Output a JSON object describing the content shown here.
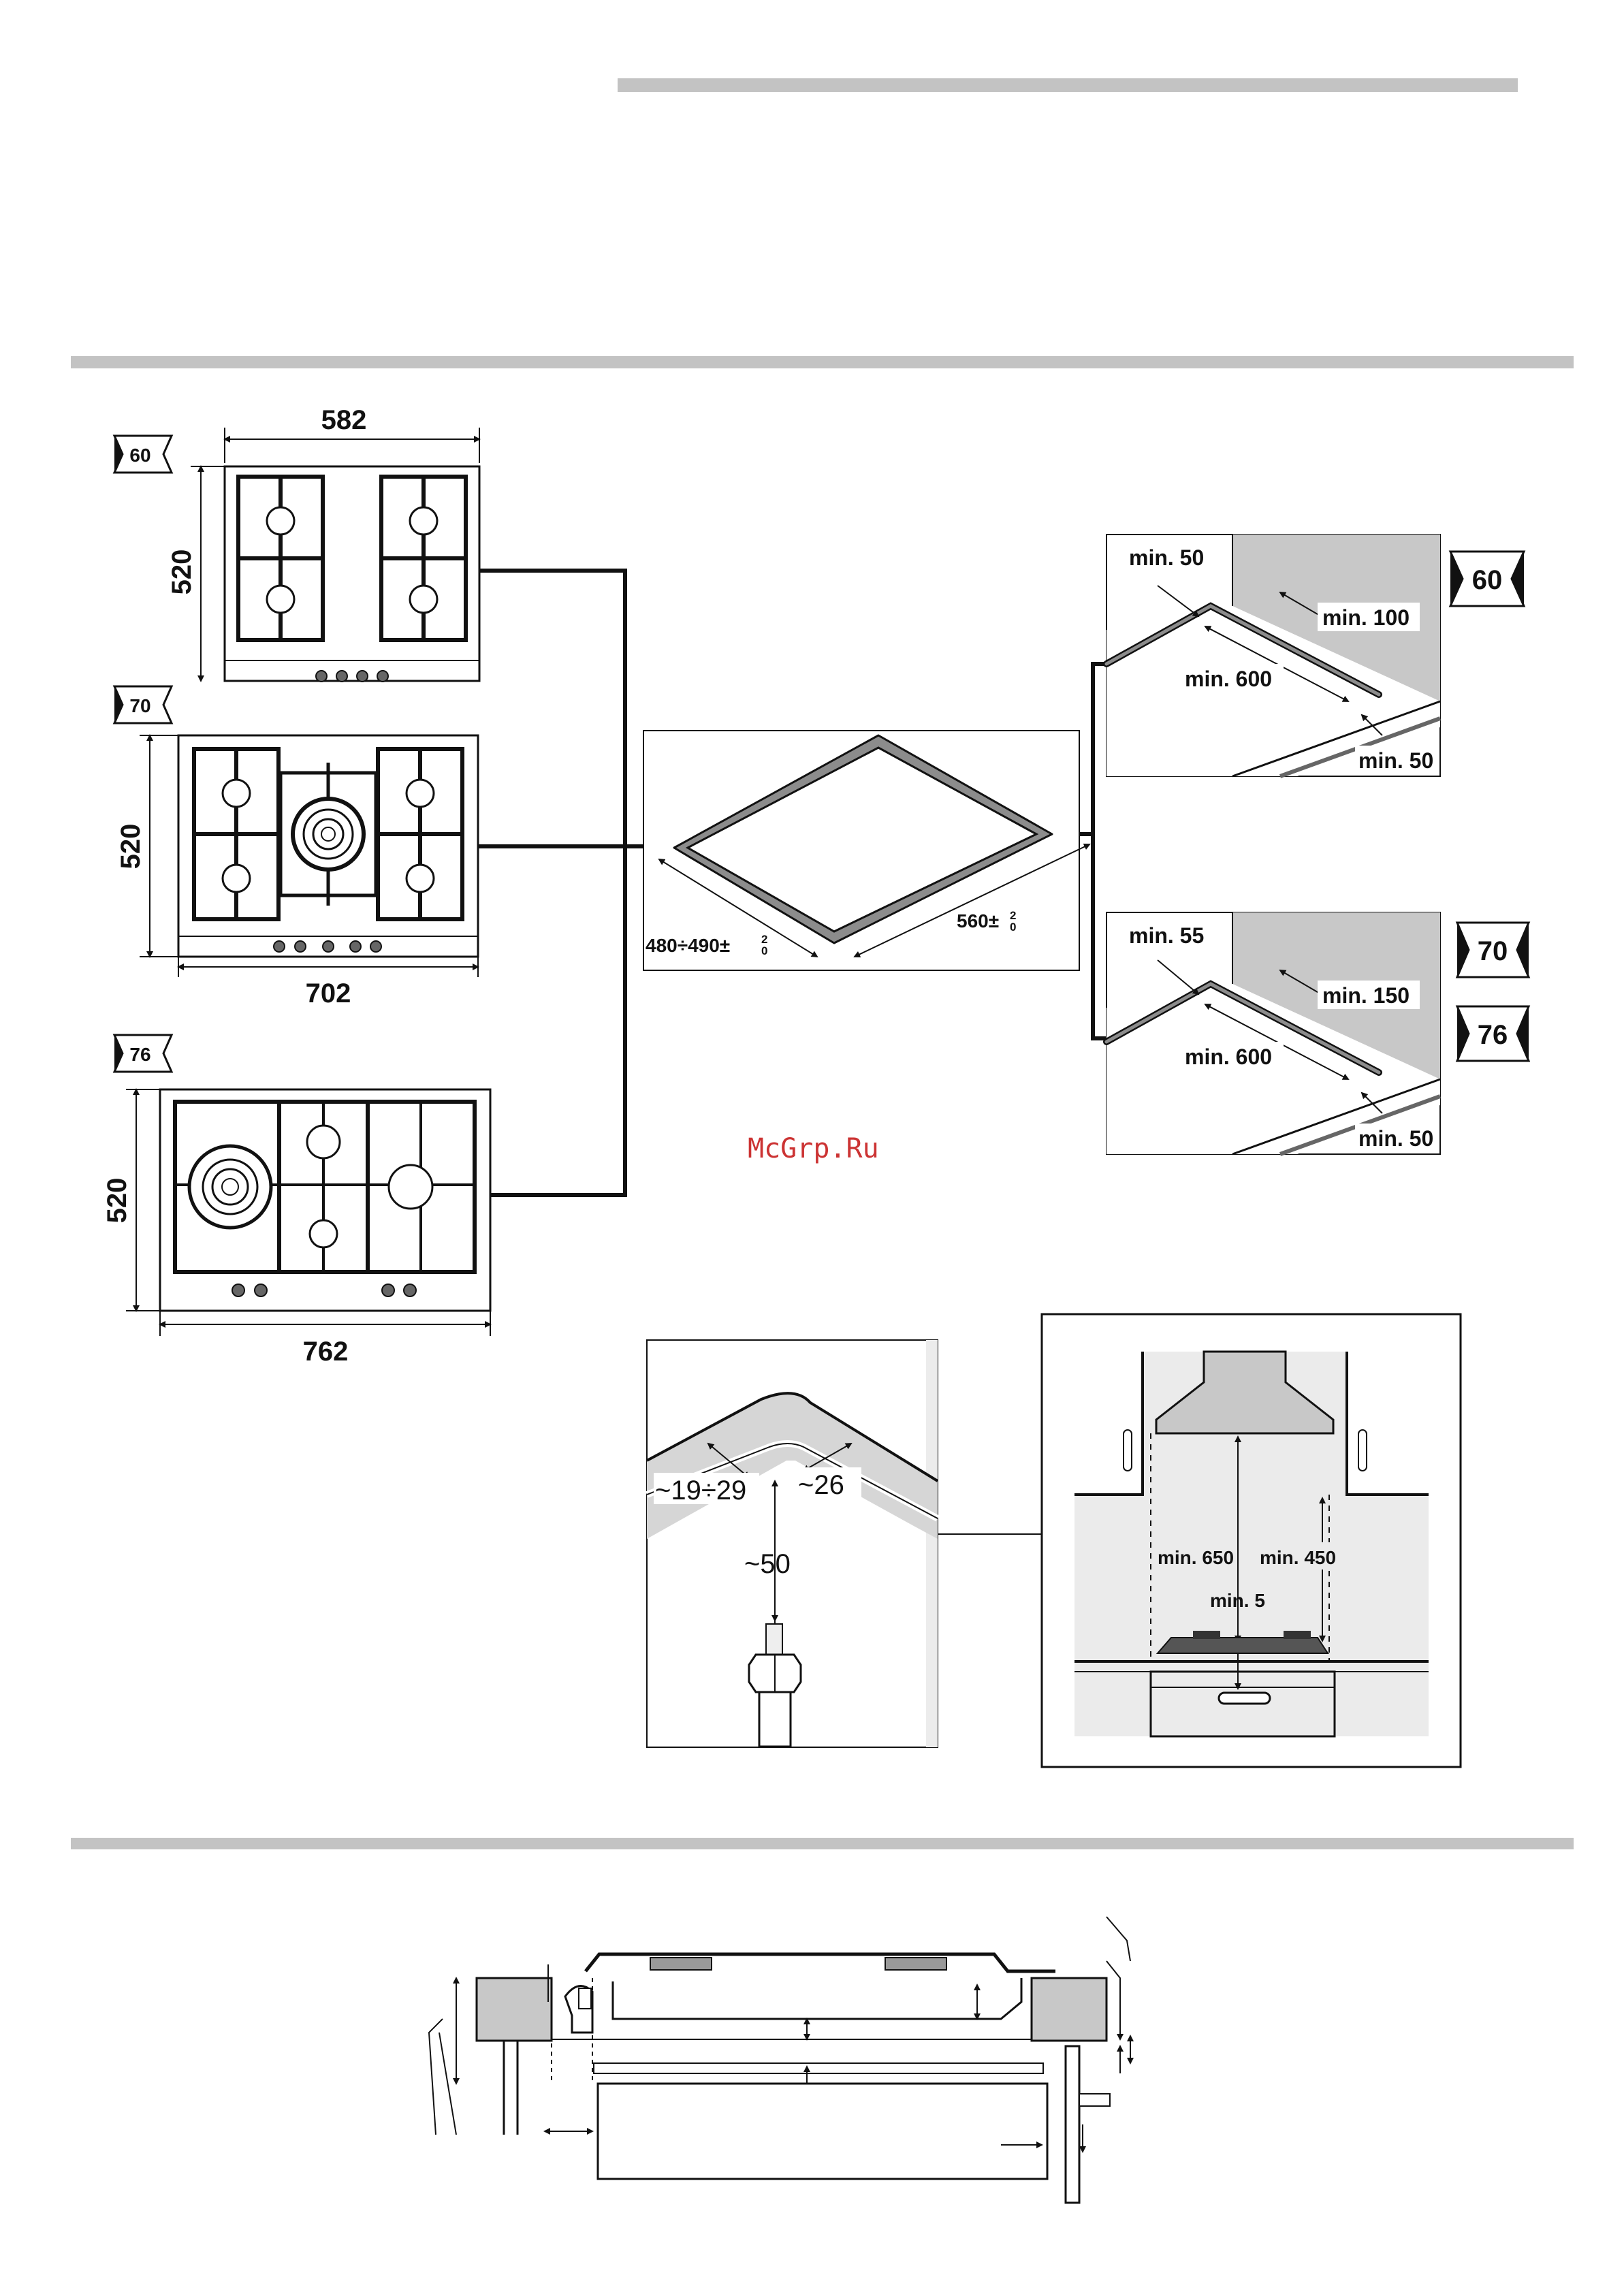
{
  "hobs": [
    {
      "tag": "60",
      "width": "582",
      "depth": "520"
    },
    {
      "tag": "70",
      "width": "702",
      "depth": "520"
    },
    {
      "tag": "76",
      "width": "762",
      "depth": "520"
    }
  ],
  "cutout": {
    "depth": "480÷490±",
    "depth_tol_top": "2",
    "depth_tol_bottom": "0",
    "width": "560±",
    "width_tol_top": "2",
    "width_tol_bottom": "0"
  },
  "clearance_60": {
    "tag": "60",
    "back": "min. 50",
    "side_wall": "min. 100",
    "top": "min. 600",
    "front": "min. 50"
  },
  "clearance_70_76": {
    "tags": [
      "70",
      "76"
    ],
    "back": "min. 55",
    "side_wall": "min. 150",
    "top": "min. 600",
    "front": "min. 50"
  },
  "gas_connection": {
    "offset_side": "~19÷29",
    "offset_back": "~26",
    "height": "~50"
  },
  "hood_clearance": {
    "hood_min": "min. 650",
    "cabinet_min": "min. 450",
    "drawer_gap": "min. 5"
  },
  "watermark": "McGrp.Ru"
}
